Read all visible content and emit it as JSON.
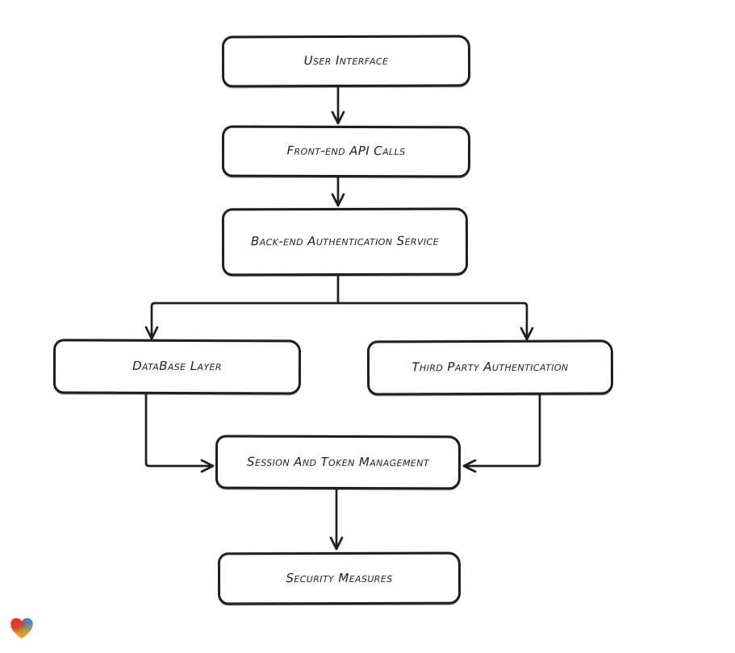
{
  "page": {
    "background_color": "#ffffff"
  },
  "diagram": {
    "type": "flowchart",
    "style": {
      "stroke_color": "#1e1e1e",
      "node_fill_color": "#ffffff",
      "text_color": "#1e1e1e"
    },
    "nodes": [
      {
        "id": "user_interface",
        "label": "User Interface"
      },
      {
        "id": "front_end_api_calls",
        "label": "Front-end API Calls"
      },
      {
        "id": "back_end_authentication_service",
        "label": "Back-end Authentication Service"
      },
      {
        "id": "database_layer",
        "label": "DataBase Layer"
      },
      {
        "id": "third_party_authentication",
        "label": "Third Party Authentication"
      },
      {
        "id": "session_and_token_management",
        "label": "Session And Token Management"
      },
      {
        "id": "security_measures",
        "label": "Security Measures"
      }
    ],
    "edges": [
      {
        "from": "user_interface",
        "to": "front_end_api_calls"
      },
      {
        "from": "front_end_api_calls",
        "to": "back_end_authentication_service"
      },
      {
        "from": "back_end_authentication_service",
        "to": "database_layer"
      },
      {
        "from": "back_end_authentication_service",
        "to": "third_party_authentication"
      },
      {
        "from": "database_layer",
        "to": "session_and_token_management"
      },
      {
        "from": "third_party_authentication",
        "to": "session_and_token_management"
      },
      {
        "from": "session_and_token_management",
        "to": "security_measures"
      }
    ]
  },
  "logo": {
    "name": "gradient-heart-logo",
    "colors": {
      "red": "#e2312a",
      "blue": "#2d86de",
      "teal": "#1fa9c9",
      "green": "#7da03c",
      "orange": "#f29a28"
    }
  }
}
